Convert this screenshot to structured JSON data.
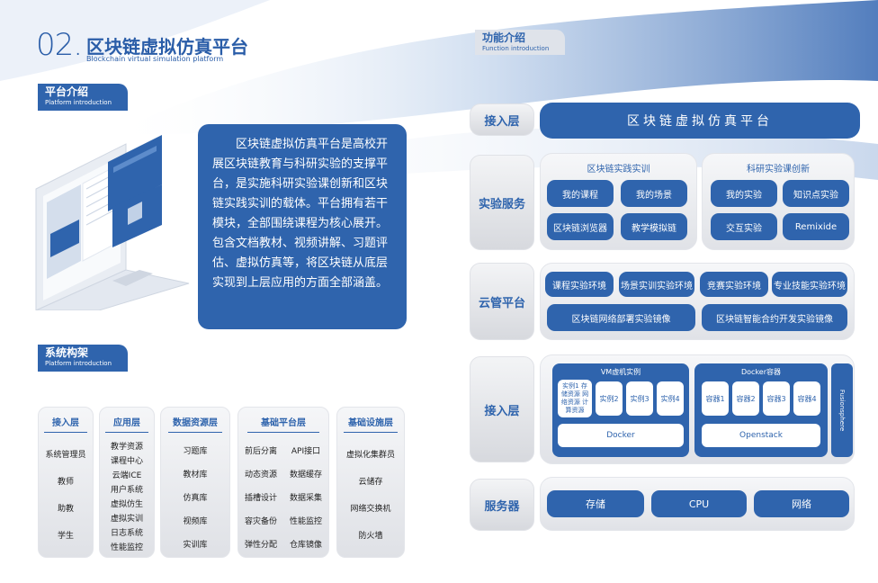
{
  "header": {
    "number": "02.",
    "title": "区块链虚拟仿真平台",
    "subtitle": "Blockchain virtual simulation platform"
  },
  "platform_intro": {
    "tag_cn": "平台介绍",
    "tag_en": "Platform introduction",
    "description": "区块链虚拟仿真平台是高校开展区块链教育与科研实验的支撑平台，是实施科研实验课创新和区块链实践实训的载体。平台拥有若干模块，全部围绕课程为核心展开。包含文档教材、视频讲解、习题评估、虚拟仿真等，将区块链从底层实现到上层应用的方面全部涵盖。"
  },
  "system_arch": {
    "tag_cn": "系统构架",
    "tag_en": "Platform introduction",
    "columns": [
      {
        "head": "接入层",
        "items": [
          "系统管理员",
          "教师",
          "助教",
          "学生"
        ]
      },
      {
        "head": "应用层",
        "items": [
          "教学资源",
          "课程中心",
          "云端ICE",
          "用户系统",
          "虚拟仿生",
          "虚拟实训",
          "日志系统",
          "性能监控"
        ]
      },
      {
        "head": "数据资源层",
        "items": [
          "习题库",
          "教材库",
          "仿真库",
          "视频库",
          "实训库"
        ]
      },
      {
        "head": "基础平台层",
        "items": [
          "前后分离",
          "API接口",
          "动态资源",
          "数据缓存",
          "插槽设计",
          "数据采集",
          "容灾备份",
          "性能监控",
          "弹性分配",
          "仓库镜像"
        ]
      },
      {
        "head": "基础设施层",
        "items": [
          "虚拟化集群员",
          "云储存",
          "网络交换机",
          "防火墙"
        ]
      }
    ]
  },
  "function_intro": {
    "tag_cn": "功能介绍",
    "tag_en": "Function introduction",
    "access_top": {
      "label": "接入层",
      "banner": "区块链虚拟仿真平台"
    },
    "experiment": {
      "label": "实验服务",
      "group1": {
        "title": "区块链实践实训",
        "buttons": [
          "我的课程",
          "我的场景",
          "区块链浏览器",
          "教学模拟链"
        ]
      },
      "group2": {
        "title": "科研实验课创新",
        "buttons": [
          "我的实验",
          "知识点实验",
          "交互实验",
          "Remixide"
        ]
      }
    },
    "cloud": {
      "label": "云管平台",
      "row1": [
        "课程实验环境",
        "场景实训实验环境",
        "竞赛实验环境",
        "专业技能实验环境"
      ],
      "row2": [
        "区块链网络部署实验镜像",
        "区块链智能合约开发实验镜像"
      ]
    },
    "access_bottom": {
      "label": "接入层",
      "vm": {
        "title": "VM虚机实例",
        "inst1": "实例1 存储资源 网络资源 计算资源",
        "inst": [
          "实例2",
          "实例3",
          "实例4"
        ],
        "base": "Docker"
      },
      "docker": {
        "title": "Docker容器",
        "items": [
          "容器1",
          "容器2",
          "容器3",
          "容器4"
        ],
        "base": "Openstack"
      },
      "side": "Fusionsphere"
    },
    "server": {
      "label": "服务器",
      "items": [
        "存储",
        "CPU",
        "网络"
      ]
    }
  },
  "colors": {
    "primary": "#2f64ad",
    "panel": "#e6e8ec"
  }
}
